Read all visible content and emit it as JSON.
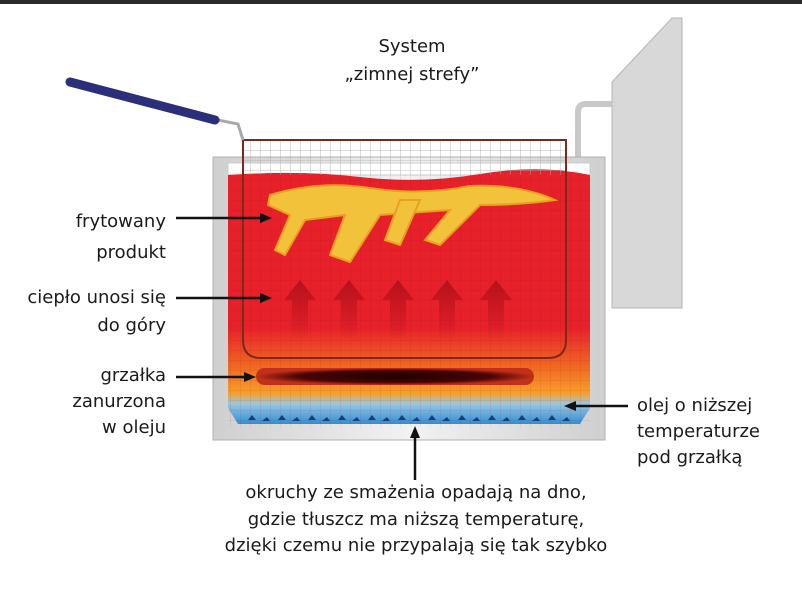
{
  "title": {
    "line1": "System",
    "line2": "„zimnej strefy”"
  },
  "labels": {
    "product": [
      "frytowany",
      "produkt"
    ],
    "heat": [
      "ciepło unosi się",
      "do góry"
    ],
    "heater": [
      "grzałka",
      "zanurzona",
      "w oleju"
    ],
    "cold_oil": [
      "olej o niższej",
      "temperaturze",
      "pod grzałką"
    ],
    "crumbs": [
      "okruchy ze smażenia opadają na dno,",
      "gdzie tłuszcz ma niższą temperaturę,",
      "dzięki czemu nie przypalają się tak szybko"
    ]
  },
  "colors": {
    "oil_hot": "#e8202a",
    "oil_warm": "#f7941d",
    "oil_cold": "#3a9ad9",
    "handle": "#2b2f7a",
    "tank": "#d9d9d9"
  }
}
